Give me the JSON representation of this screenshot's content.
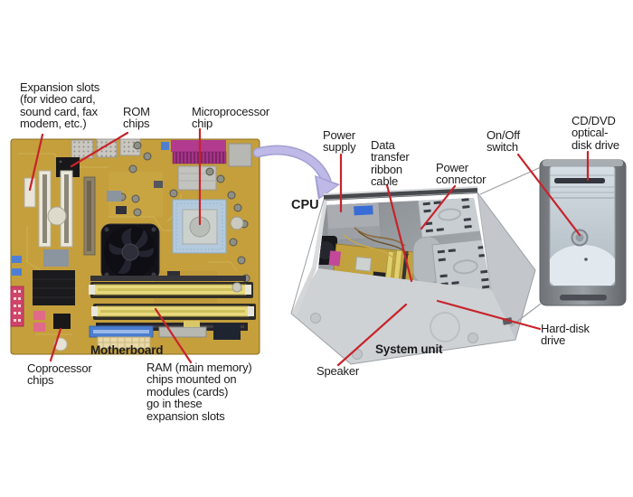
{
  "figure_title": "Computer hardware diagram: motherboard and system unit",
  "colors": {
    "leader_line": "#c8232a",
    "text": "#1c1c1c",
    "transfer_arrow": "#beb9e6",
    "motherboard_gold": "#c49f3c",
    "case_gray": "#ced2d5"
  },
  "labels": {
    "expansion_slots": "Expansion slots\n(for video card,\nsound card, fax\nmodem, etc.)",
    "rom_chips": "ROM\nchips",
    "microprocessor_chip": "Microprocessor\nchip",
    "motherboard_caption": "Motherboard",
    "coprocessor_chips": "Coprocessor\nchips",
    "ram_note": "RAM (main memory)\nchips mounted on\nmodules (cards)\ngo in these\nexpansion slots",
    "cpu": "CPU",
    "power_supply": "Power\nsupply",
    "data_transfer_ribbon_cable": "Data\ntransfer\nribbon\ncable",
    "power_connector": "Power\nconnector",
    "on_off_switch": "On/Off\nswitch",
    "cd_dvd_drive": "CD/DVD\noptical-\ndisk drive",
    "system_unit_caption": "System unit",
    "speaker": "Speaker",
    "hard_disk_drive": "Hard-disk\ndrive"
  }
}
